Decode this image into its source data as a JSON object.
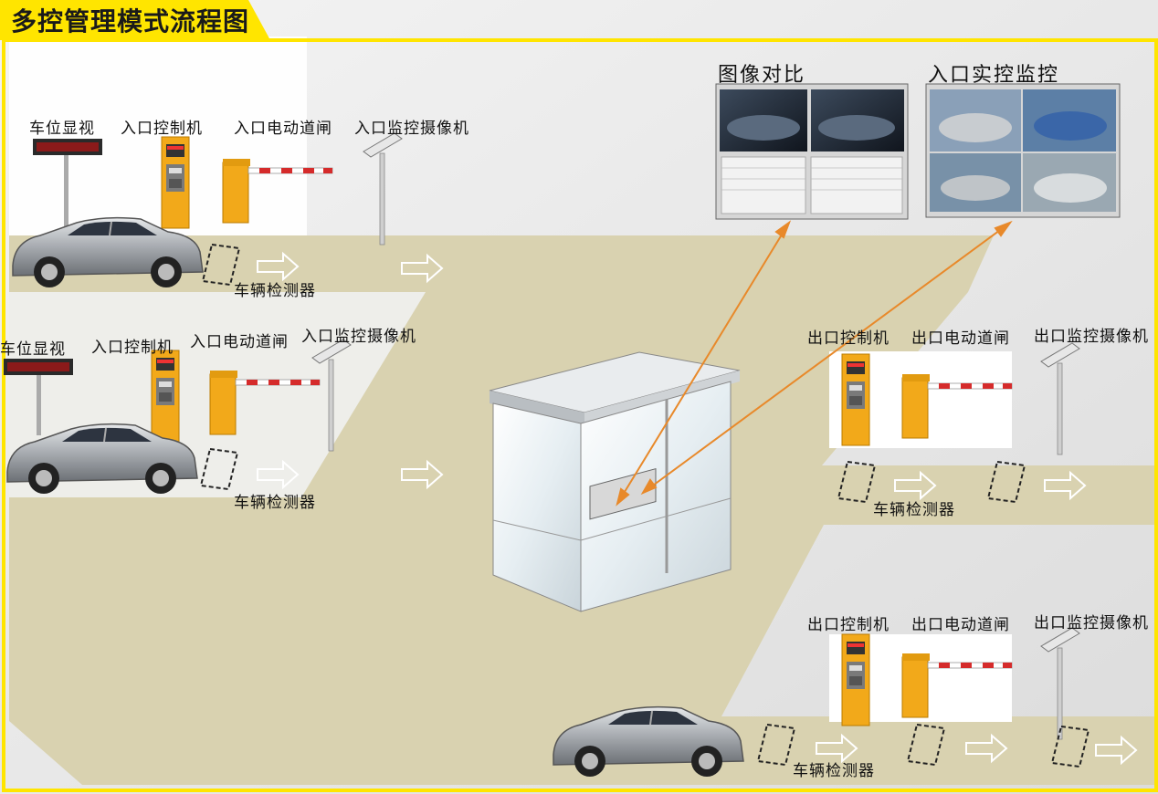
{
  "title": "多控管理模式流程图",
  "colors": {
    "frame": "#ffe500",
    "ground": "#d9d2b0",
    "barrier": "#f2a91a",
    "arrow": "#e8892a"
  },
  "monitor_titles": {
    "compare": "图像对比",
    "live": "入口实控监控"
  },
  "entry_lanes": [
    {
      "display": "车位显视",
      "controller": "入口控制机",
      "barrier": "入口电动道闸",
      "camera": "入口监控摄像机",
      "detector": "车辆检测器"
    },
    {
      "display": "车位显视",
      "controller": "入口控制机",
      "barrier": "入口电动道闸",
      "camera": "入口监控摄像机",
      "detector": "车辆检测器"
    }
  ],
  "exit_lanes": [
    {
      "controller": "出口控制机",
      "barrier": "出口电动道闸",
      "camera": "出口监控摄像机",
      "detector": "车辆检测器"
    },
    {
      "controller": "出口控制机",
      "barrier": "出口电动道闸",
      "camera": "出口监控摄像机",
      "detector": "车辆检测器"
    }
  ],
  "icons": [
    "car",
    "display-board",
    "controller-kiosk",
    "barrier-gate",
    "camera-pole",
    "loop-detector",
    "flow-arrow",
    "guard-booth",
    "monitor-screen"
  ]
}
